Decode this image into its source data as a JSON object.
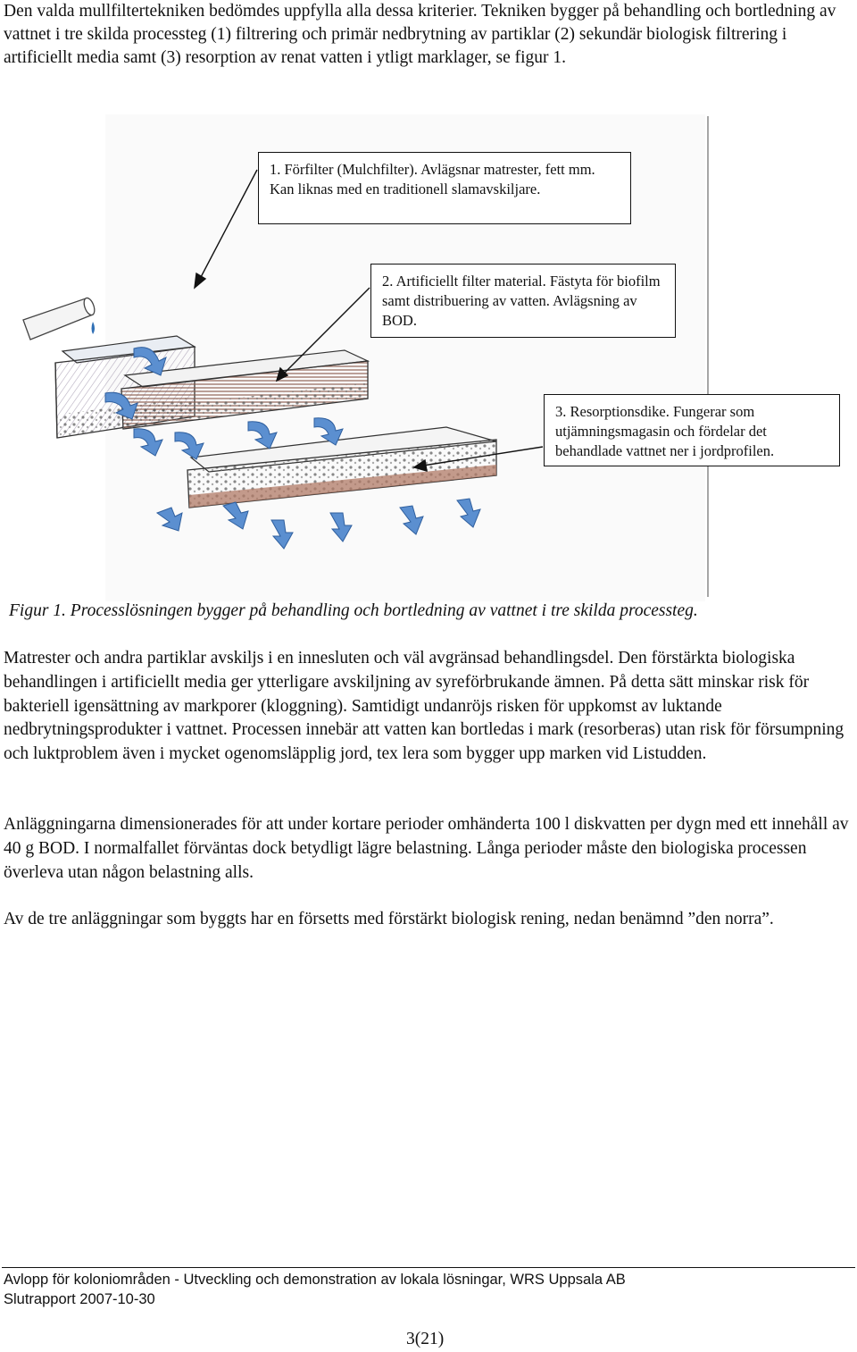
{
  "intro_text": "Den valda mullfiltertekniken bedömdes uppfylla alla dessa kriterier. Tekniken bygger på behandling och bortledning av vattnet i tre skilda processteg (1) filtrering och primär nedbrytning av partiklar (2) sekundär biologisk filtrering i artificiellt media samt (3) resorption av renat vatten i ytligt marklager, se figur 1.",
  "figure": {
    "callouts": [
      {
        "text": "1. Förfilter (Mulchfilter). Avlägsnar matrester, fett mm. Kan liknas med en traditionell slamavskiljare."
      },
      {
        "text": "2. Artificiellt filter material. Fästyta för biofilm samt distribuering av vatten. Avlägsning av BOD."
      },
      {
        "text": "3. Resorptionsdike. Fungerar som utjämningsmagasin och fördelar det behandlade vattnet ner i jordprofilen."
      }
    ],
    "caption_label": "Figur 1",
    "caption_text": ". Processlösningen bygger på behandling och bortledning av vattnet i tre skilda processteg.",
    "colors": {
      "water": "#2f6fb5",
      "arrow": "#5b8fd0",
      "mulch": "#8a5a4a",
      "media": "#b07a66"
    }
  },
  "paragraphs": [
    "Matrester och andra partiklar avskiljs i en innesluten och väl avgränsad behandlingsdel. Den förstärkta biologiska behandlingen i artificiellt media ger ytterligare avskiljning av syreförbrukande ämnen. På detta sätt minskar risk för bakteriell igensättning av markporer (kloggning). Samtidigt undanröjs risken för uppkomst av luktande nedbrytningsprodukter i vattnet. Processen innebär att vatten kan bortledas i mark (resorberas) utan risk för försumpning och luktproblem även i mycket ogenomsläpplig jord, tex lera som bygger upp marken vid Listudden.",
    "Anläggningarna dimensionerades för att under kortare perioder omhänderta 100 l diskvatten per dygn med ett innehåll av 40 g BOD. I normalfallet förväntas dock betydligt lägre belastning. Långa perioder måste den biologiska processen överleva utan någon belastning alls.",
    "Av de tre anläggningar som byggts har en försetts med förstärkt biologisk rening, nedan benämnd ”den norra”."
  ],
  "footer": {
    "line1": "Avlopp för koloniområden - Utveckling och demonstration av lokala lösningar, WRS Uppsala AB",
    "line2": "Slutrapport 2007-10-30"
  },
  "page_number": "3(21)"
}
